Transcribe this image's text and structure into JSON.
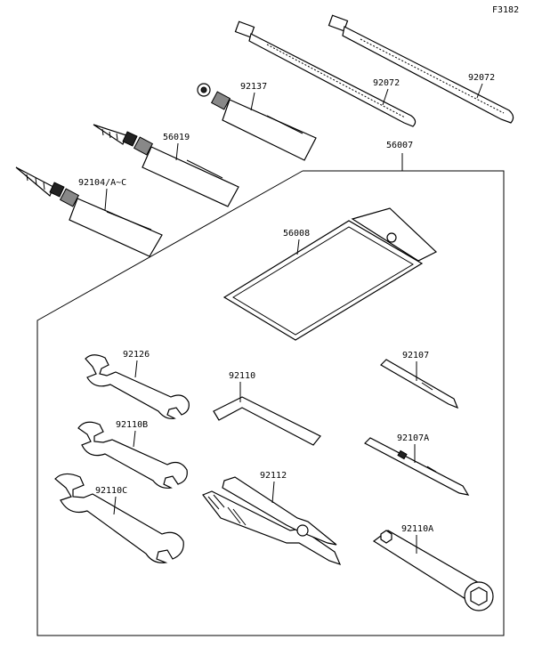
{
  "diagram": {
    "figure_code": "F3182",
    "callouts": {
      "tie_a": "92072",
      "tie_b": "92072",
      "tube_a": "92137",
      "tube_b": "56019",
      "tube_c": "92104/A~C",
      "kit": "56007",
      "pouch": "56008",
      "wrench_a": "92126",
      "wrench_b": "92110B",
      "wrench_c": "92110C",
      "hex_key": "92110",
      "pliers": "92112",
      "driver_a": "92107",
      "driver_b": "92107A",
      "socket_wrench": "92110A"
    }
  }
}
